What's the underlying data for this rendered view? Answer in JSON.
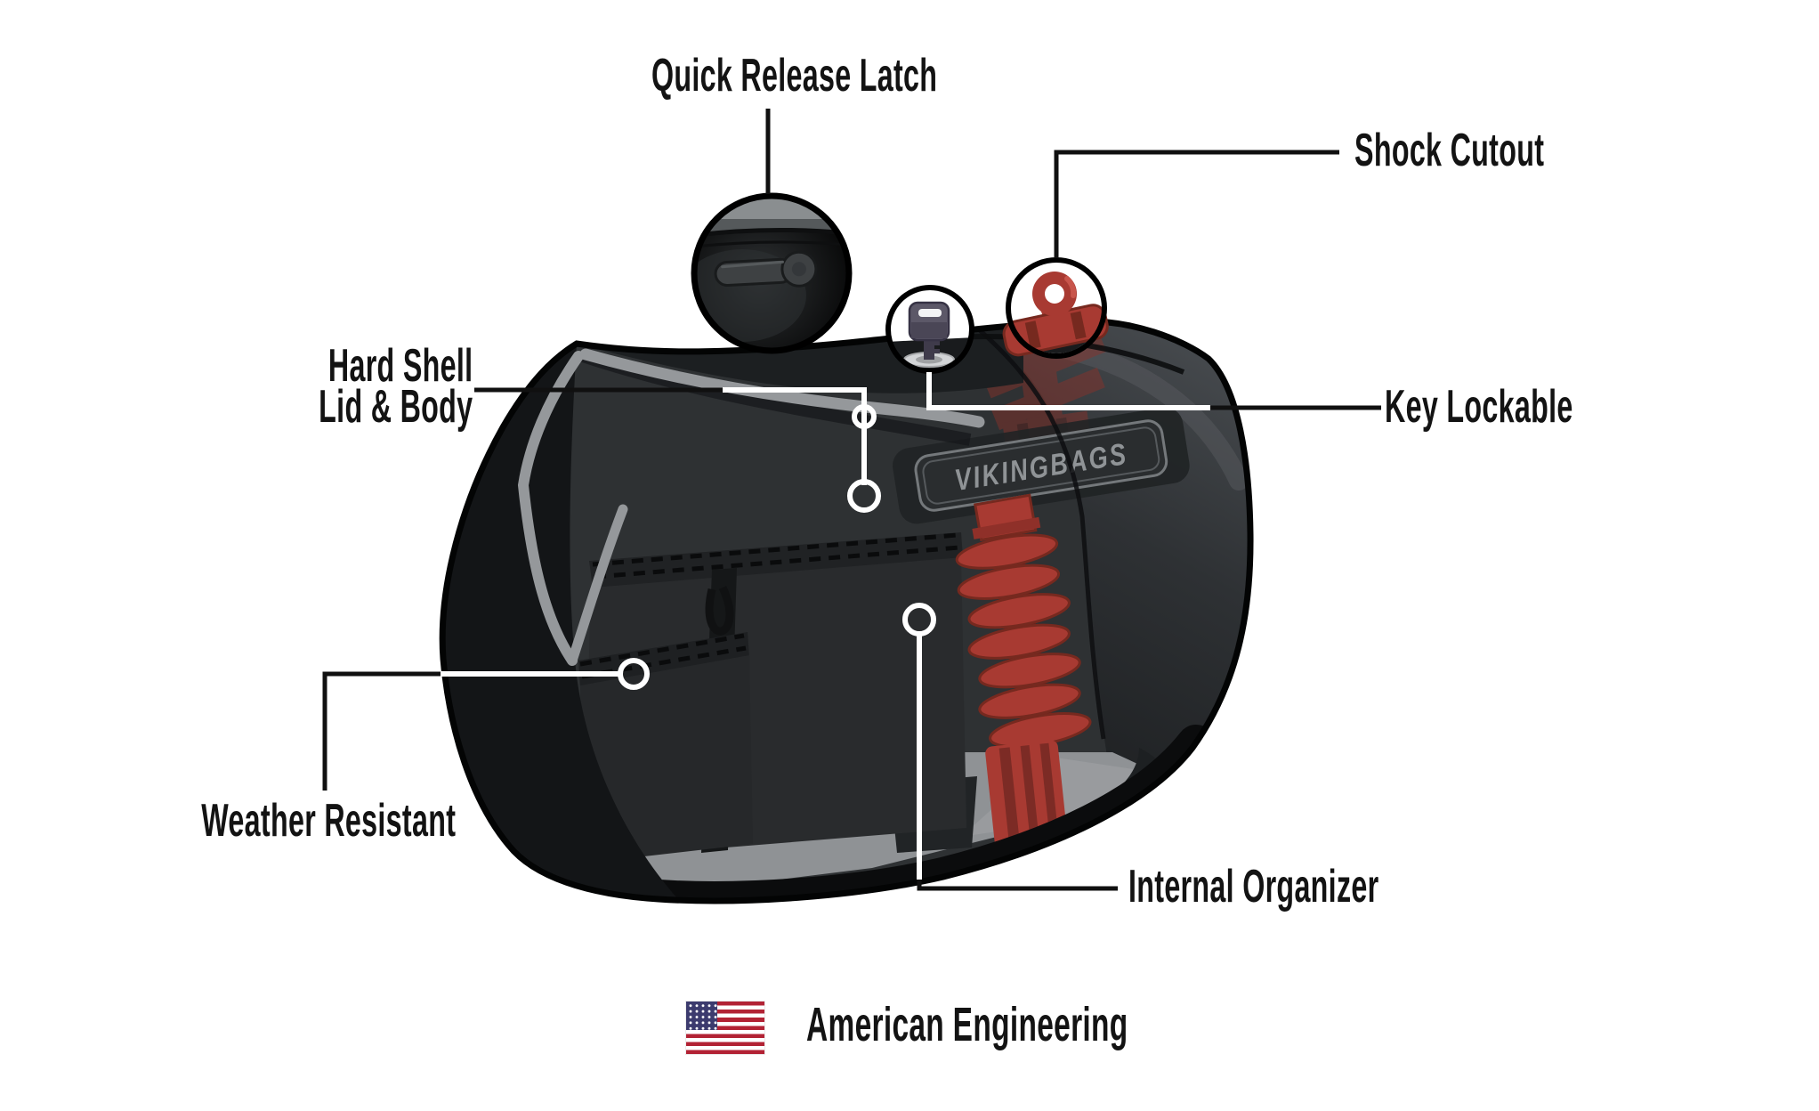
{
  "labels": {
    "quick_release_latch": "Quick Release Latch",
    "shock_cutout": "Shock Cutout",
    "hard_shell_line1": "Hard Shell",
    "hard_shell_line2": "Lid & Body",
    "key_lockable": "Key Lockable",
    "weather_resistant": "Weather Resistant",
    "internal_organizer": "Internal Organizer",
    "american_engineering": "American Engineering"
  },
  "product": {
    "logo_text": "VIKINGBAGS"
  },
  "icons": {
    "latch_inset": "latch-detail-icon",
    "key_inset": "key-icon",
    "shock_inset": "shock-absorber-icon",
    "flag": "us-flag-icon",
    "ring": "callout-ring-marker"
  },
  "colors": {
    "label_text": "#131313",
    "connector_black": "#101010",
    "connector_white": "#ffffff",
    "bag_black": "#17191b",
    "lid_black": "#1c1f21",
    "left_face_black": "#131517",
    "interior_gray": "#2e3133",
    "trim_gray": "#95989b",
    "floor_gray": "#8f9295",
    "shock_red": "#a83a32",
    "shock_red_dark": "#76291f",
    "logo_gray": "#8f9396",
    "flag_red": "#B22234",
    "flag_blue": "#3C3B6E"
  }
}
